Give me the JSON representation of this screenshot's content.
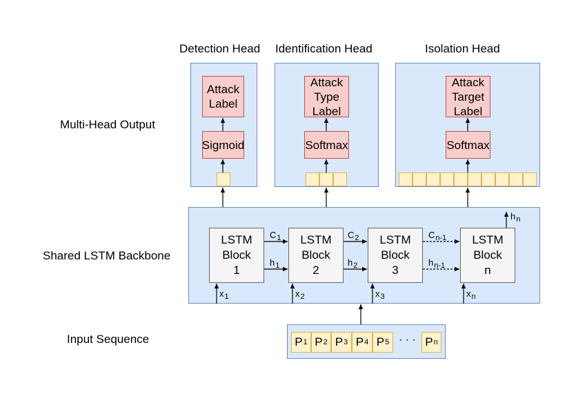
{
  "heads": {
    "detection": {
      "title": "Detection Head",
      "activation": "Sigmoid",
      "output": "Attack\nLabel",
      "units": 1
    },
    "identification": {
      "title": "Identification Head",
      "activation": "Softmax",
      "output": "Attack\nType\nLabel",
      "units": 3
    },
    "isolation": {
      "title": "Isolation Head",
      "activation": "Softmax",
      "output": "Attack\nTarget\nLabel",
      "units": 10
    }
  },
  "side_labels": {
    "multi_head": "Multi-Head Output",
    "backbone": "Shared LSTM Backbone",
    "input": "Input Sequence"
  },
  "lstm_blocks": [
    {
      "label": "LSTM\nBlock\n1"
    },
    {
      "label": "LSTM\nBlock\n2"
    },
    {
      "label": "LSTM\nBlock\n3"
    },
    {
      "label": "LSTM\nBlock\nn"
    }
  ],
  "edges": {
    "cell_states": [
      {
        "base": "C",
        "sub": "1"
      },
      {
        "base": "C",
        "sub": "2"
      },
      {
        "base": "C",
        "sub": "n-1"
      }
    ],
    "hidden_states": [
      {
        "base": "h",
        "sub": "1"
      },
      {
        "base": "h",
        "sub": "2"
      },
      {
        "base": "h",
        "sub": "n-1"
      }
    ],
    "inputs": [
      {
        "base": "x",
        "sub": "1"
      },
      {
        "base": "x",
        "sub": "2"
      },
      {
        "base": "x",
        "sub": "3"
      },
      {
        "base": "x",
        "sub": "n"
      }
    ],
    "final_hidden": {
      "base": "h",
      "sub": "n"
    }
  },
  "input_sequence": {
    "tokens": [
      {
        "base": "P",
        "sub": "1"
      },
      {
        "base": "P",
        "sub": "2"
      },
      {
        "base": "P",
        "sub": "3"
      },
      {
        "base": "P",
        "sub": "4"
      },
      {
        "base": "P",
        "sub": "5"
      }
    ],
    "ellipsis": "· · ·",
    "last": {
      "base": "P",
      "sub": "n"
    }
  },
  "colors": {
    "region_fill": "#dae8fc",
    "region_stroke": "#6c8ebf",
    "head_fill": "#f8cecc",
    "head_stroke": "#b85450",
    "lstm_fill": "#f5f5f5",
    "lstm_stroke": "#666666",
    "token_fill": "#fff2cc",
    "token_stroke": "#d6b656"
  }
}
